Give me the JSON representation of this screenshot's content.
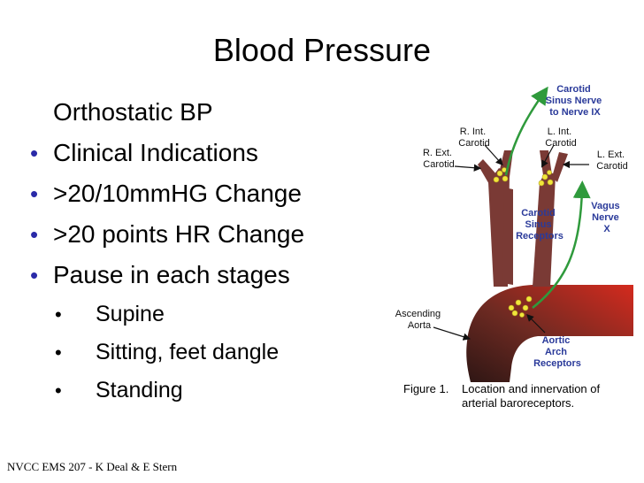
{
  "slide": {
    "title": "Blood Pressure",
    "bullets": [
      {
        "text": "Orthostatic BP",
        "bullet": ""
      },
      {
        "text": "Clinical Indications",
        "bullet": "•"
      },
      {
        "text": ">20/10mmHG Change",
        "bullet": "•"
      },
      {
        "text": ">20 points HR Change",
        "bullet": "•"
      },
      {
        "text": "Pause in each stages",
        "bullet": "•"
      }
    ],
    "sub_bullets": [
      "Supine",
      "Sitting, feet dangle",
      "Standing"
    ],
    "footer": "NVCC EMS 207 - K Deal & E Stern"
  },
  "figure": {
    "labels": {
      "carotid_sinus_nerve": [
        "Carotid",
        "Sinus Nerve",
        "to Nerve IX"
      ],
      "r_int_carotid": [
        "R. Int.",
        "Carotid"
      ],
      "l_int_carotid": [
        "L. Int.",
        "Carotid"
      ],
      "r_ext_carotid": [
        "R. Ext.",
        "Carotid"
      ],
      "l_ext_carotid": [
        "L. Ext.",
        "Carotid"
      ],
      "vagus_nerve": [
        "Vagus",
        "Nerve",
        "X"
      ],
      "carotid_sinus_receptors": [
        "Carotid",
        "Sinus",
        "Receptors"
      ],
      "ascending_aorta": [
        "Ascending",
        "Aorta"
      ],
      "aortic_arch_receptors": [
        "Aortic",
        "Arch",
        "Receptors"
      ]
    },
    "caption_label": "Figure 1.",
    "caption_lines": [
      "Location and innervation of",
      "arterial baroreceptors."
    ],
    "colors": {
      "artery": "#7a3a35",
      "aorta_dark": "#3a1a18",
      "aorta_red": "#d42a1e",
      "nerve": "#2f9a3c",
      "receptor_text": "#2a3a9a",
      "receptor_dot": "#f2e63a"
    }
  }
}
